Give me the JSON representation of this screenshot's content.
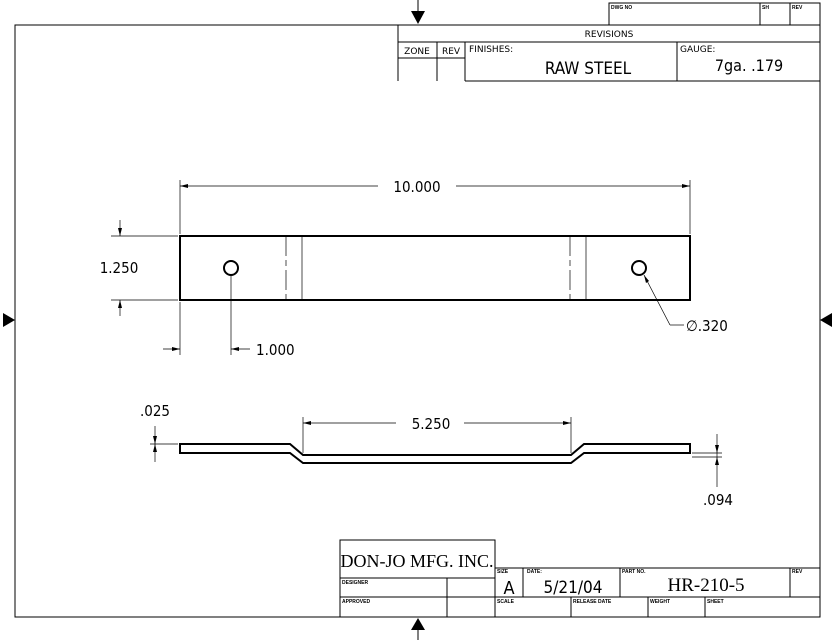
{
  "title_block_top": {
    "dwg_no_label": "DWG NO",
    "sh_label": "SH",
    "rev_label": "REV",
    "revisions_label": "REVISIONS",
    "zone_label": "ZONE",
    "rev_col_label": "REV",
    "finishes_label": "FINISHES:",
    "finishes_value": "RAW STEEL",
    "gauge_label": "GAUGE:",
    "gauge_value": "7ga. .179"
  },
  "plan_view": {
    "overall_length": "10.000",
    "width": "1.250",
    "hole_offset": "1.000",
    "hole_diameter": "∅.320"
  },
  "side_view": {
    "offset_length": "5.250",
    "offset_depth": ".025",
    "thickness": ".094"
  },
  "title_block_bottom": {
    "company": "DON-JO MFG. INC.",
    "designer_label": "DESIGNER",
    "approved_label": "APPROVED",
    "size_label": "SIZE",
    "size_value": "A",
    "date_label": "DATE:",
    "date_value": "5/21/04",
    "part_no_label": "PART NO.",
    "part_no_value": "HR-210-5",
    "rev_label": "REV",
    "scale_label": "SCALE",
    "release_date_label": "RELEASE DATE",
    "weight_label": "WEIGHT",
    "sheet_label": "SHEET"
  }
}
